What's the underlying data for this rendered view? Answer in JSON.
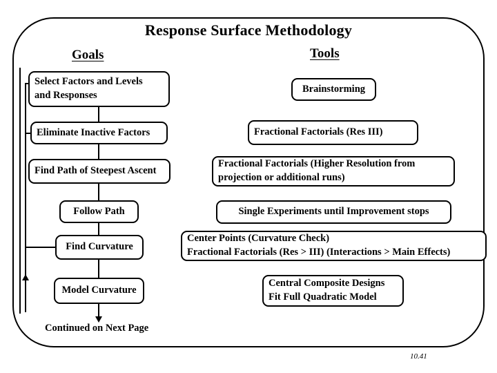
{
  "slide": {
    "title": "Response Surface Methodology",
    "slide_number": "10.41",
    "continued_label": "Continued on Next Page"
  },
  "columns": {
    "goals_heading": "Goals",
    "tools_heading": "Tools"
  },
  "goals": [
    {
      "id": "select",
      "line1": "Select Factors and Levels",
      "line2": "and Responses"
    },
    {
      "id": "eliminate",
      "line1": "Eliminate Inactive Factors",
      "line2": ""
    },
    {
      "id": "findpath",
      "line1": "Find Path of Steepest Ascent",
      "line2": ""
    },
    {
      "id": "follow",
      "line1": "Follow  Path",
      "line2": ""
    },
    {
      "id": "curvature",
      "line1": "Find Curvature",
      "line2": ""
    },
    {
      "id": "model",
      "line1": "Model Curvature",
      "line2": ""
    }
  ],
  "tools": [
    {
      "id": "brainstorming",
      "line1": "Brainstorming",
      "line2": ""
    },
    {
      "id": "frac-res3",
      "line1": "Fractional Factorials (Res III)",
      "line2": ""
    },
    {
      "id": "frac-higher",
      "line1": "Fractional Factorials (Higher Resolution from",
      "line2": "projection or additional runs)"
    },
    {
      "id": "single-exp",
      "line1": "Single Experiments until Improvement stops",
      "line2": ""
    },
    {
      "id": "center-points",
      "line1": "Center Points (Curvature Check)",
      "line2": "Fractional Factorials (Res > III)  (Interactions > Main Effects)"
    },
    {
      "id": "ccd",
      "line1": "Central Composite Designs",
      "line2": "Fit Full Quadratic Model"
    }
  ],
  "colors": {
    "stroke": "#000000",
    "background": "#ffffff",
    "text": "#000000"
  }
}
